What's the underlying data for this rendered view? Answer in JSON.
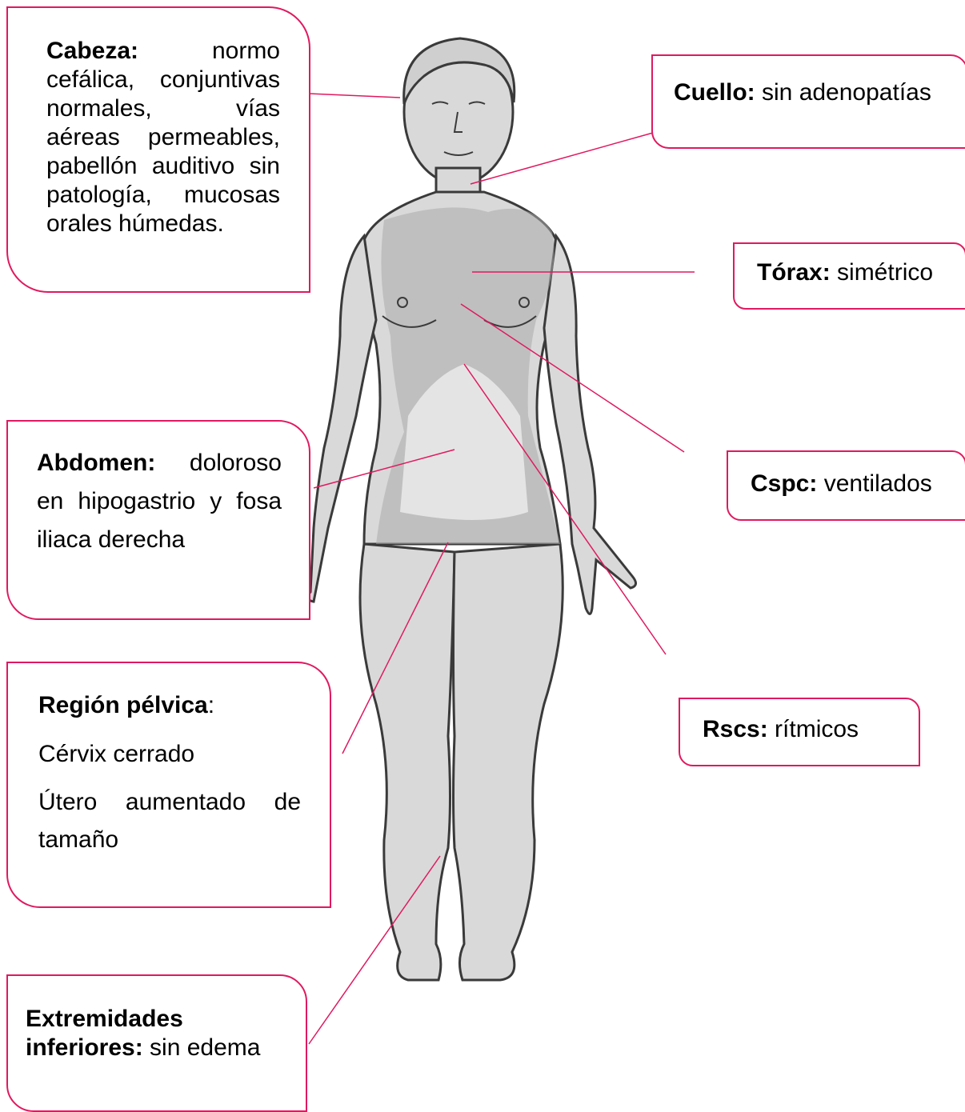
{
  "callouts": {
    "head": {
      "title": "Cabeza:",
      "text": " normo cefálica, conjuntivas normales, vías aéreas permeables, pabellón auditivo sin patología, mucosas orales húmedas."
    },
    "neck": {
      "title": "Cuello:",
      "text": " sin adenopatías"
    },
    "thorax": {
      "title": "Tórax:",
      "text": " simétrico"
    },
    "abdomen": {
      "title": "Abdomen:",
      "text": " doloroso en hipogastrio y fosa iliaca derecha"
    },
    "cspc": {
      "title": "Cspc:",
      "text": " ventilados"
    },
    "pelvic": {
      "title": "Región pélvica",
      "colon": ":",
      "line1": "Cérvix cerrado",
      "line2": "Útero aumentado de tamaño"
    },
    "rscs": {
      "title": "Rscs:",
      "text": " rítmicos"
    },
    "extremities": {
      "title_line1": "Extremidades",
      "title_line2": "inferiores:",
      "text": " sin edema"
    }
  },
  "colors": {
    "callout_border": "#e0195f",
    "leader_line": "#e0195f",
    "skin": "#d9d9d9",
    "shade": "#a9a9a9",
    "outline": "#3a3a3a"
  }
}
